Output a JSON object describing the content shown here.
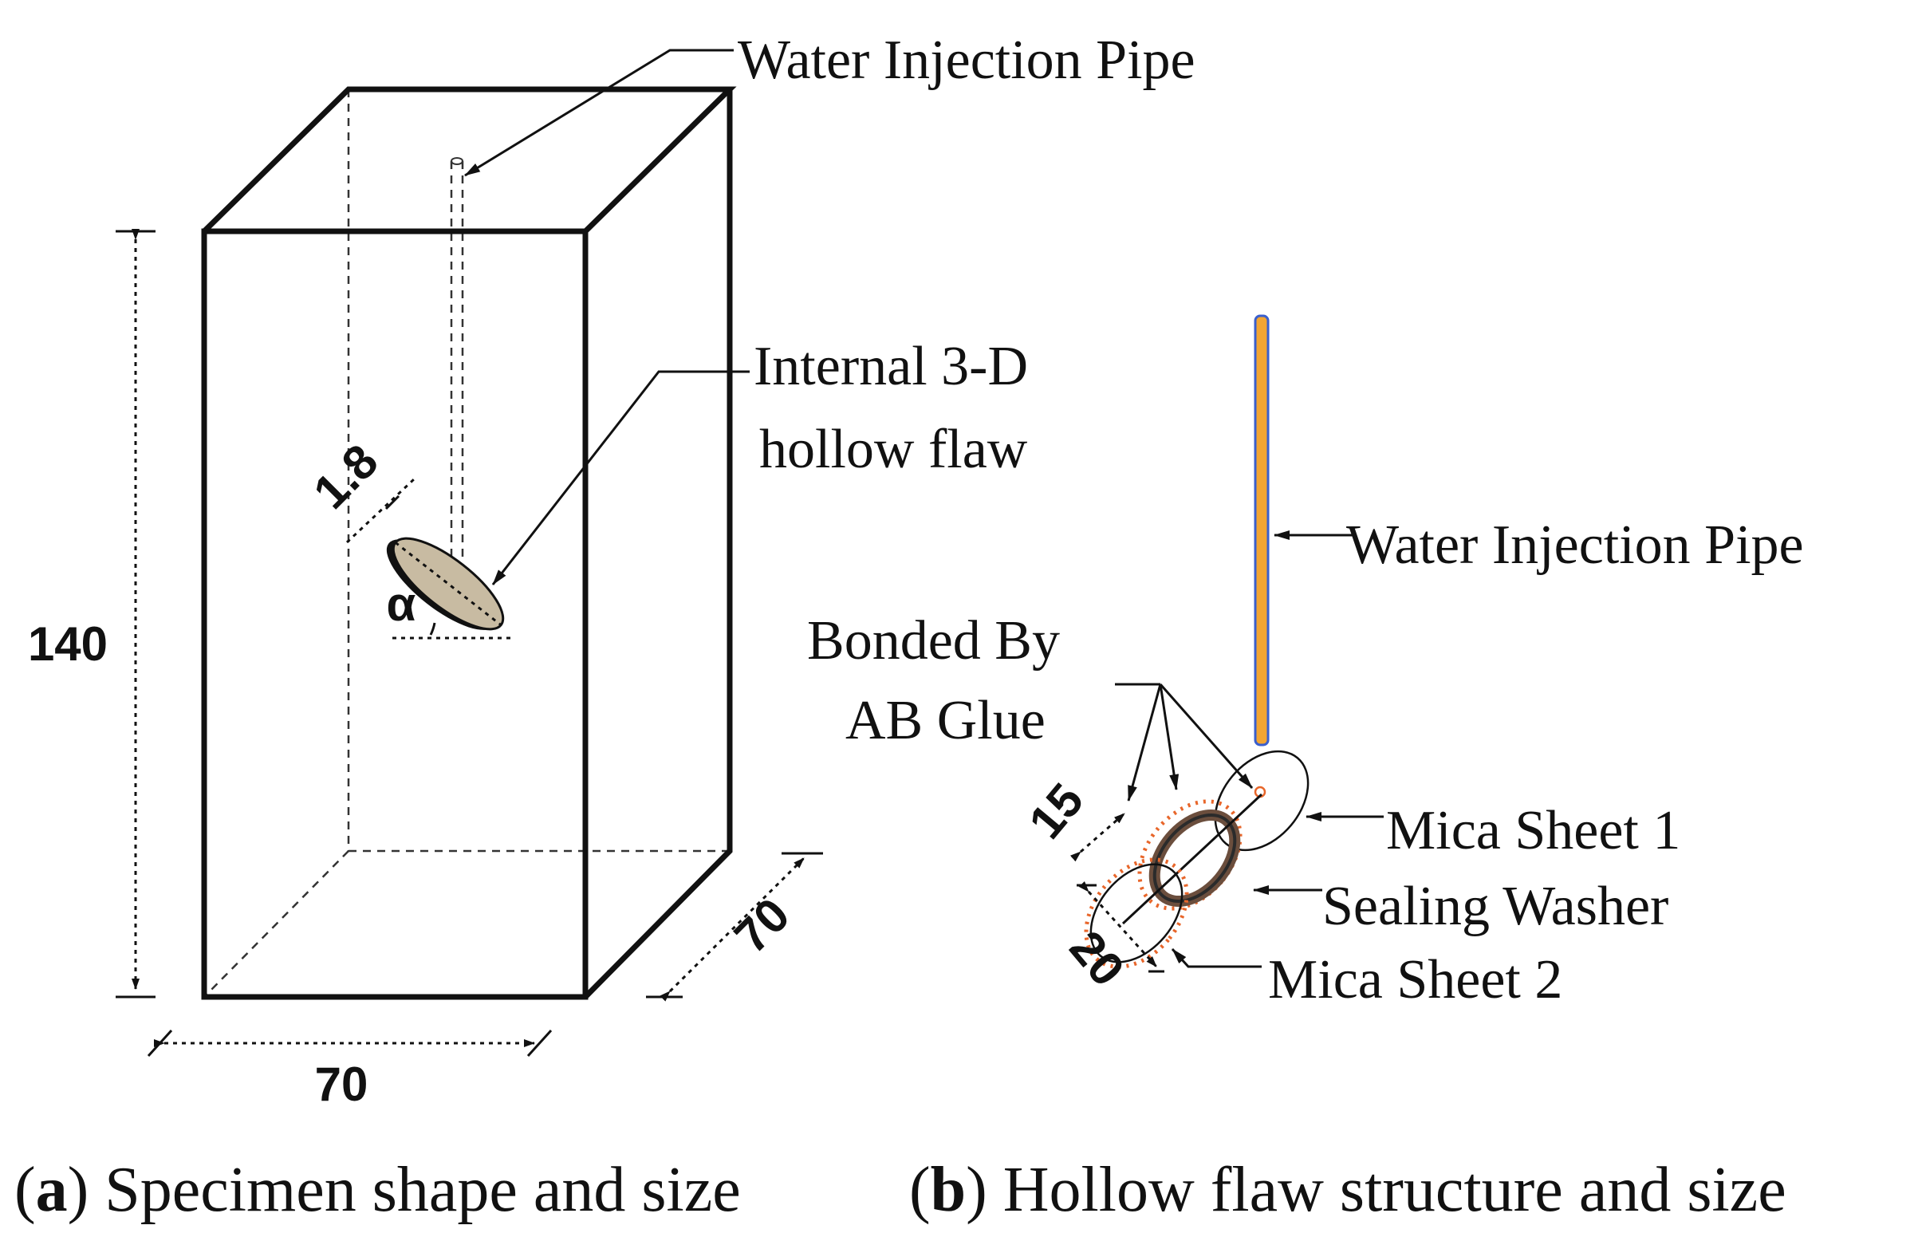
{
  "panel_a": {
    "labels": {
      "water_pipe": "Water Injection Pipe",
      "flaw_line1": "Internal 3-D",
      "flaw_line2": "hollow flaw"
    },
    "dims": {
      "height": "140",
      "width": "70",
      "depth": "70",
      "thickness": "1.8",
      "angle": "α"
    },
    "caption_letter": "a",
    "caption_text": " Specimen shape and size"
  },
  "panel_b": {
    "labels": {
      "water_pipe": "Water Injection Pipe",
      "bonded_line1": "Bonded By",
      "bonded_line2": "AB Glue",
      "mica1": "Mica Sheet 1",
      "washer": "Sealing Washer",
      "mica2": "Mica Sheet 2"
    },
    "dims": {
      "inner": "15",
      "outer": "20"
    },
    "caption_letter": "b",
    "caption_text": " Hollow flaw structure and size"
  },
  "colors": {
    "pipe_fill": "#f2a533",
    "pipe_edge": "#3a5fcd",
    "flaw_fill": "#c8bba2",
    "glue_dots": "#e8662a",
    "washer": "#6b4e3d"
  }
}
